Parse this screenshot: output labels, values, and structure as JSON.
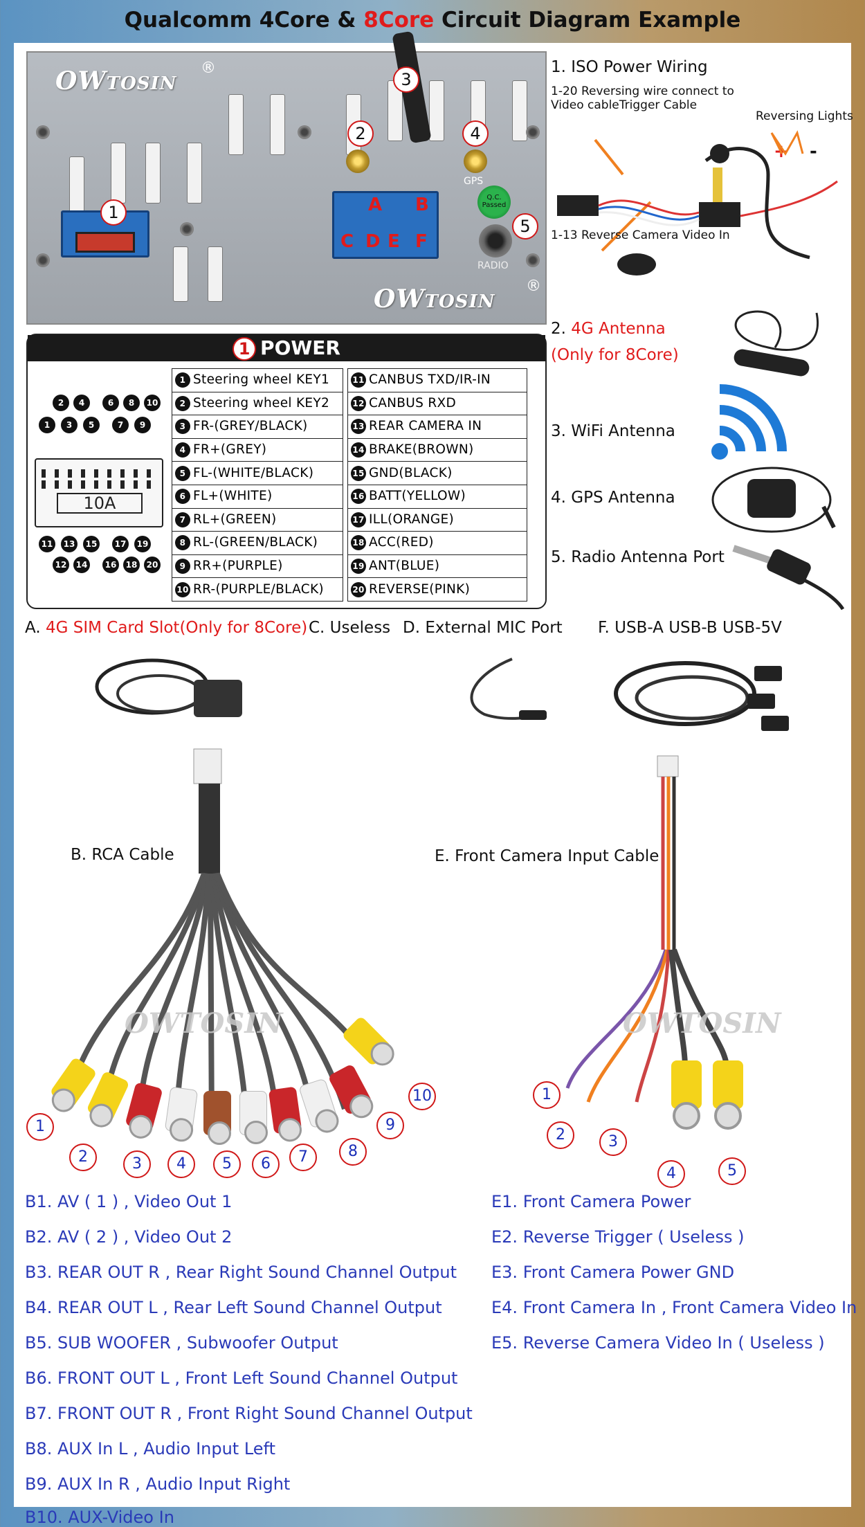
{
  "title": {
    "part1": "Qualcomm 4Core & ",
    "part2": "8Core",
    "part3": " Circuit Diagram Example"
  },
  "brand": {
    "logo_main": "OW",
    "logo_sub": "TOSIN",
    "reg": "®"
  },
  "back_panel": {
    "callouts": [
      "1",
      "2",
      "3",
      "4",
      "5"
    ],
    "block_letters": [
      "A",
      "B",
      "C",
      "D",
      "E",
      "F"
    ],
    "gps_label": "GPS",
    "radio_label": "RADIO",
    "qc_label": "Q.C. Passed"
  },
  "power": {
    "heading_num": "1",
    "heading": "POWER",
    "fuse": "10A",
    "top_pins_a": [
      "2",
      "4",
      "6",
      "8",
      "10"
    ],
    "top_pins_b": [
      "1",
      "3",
      "5",
      "7",
      "9"
    ],
    "bottom_pins_a": [
      "11",
      "13",
      "15",
      "17",
      "19"
    ],
    "bottom_pins_b": [
      "12",
      "14",
      "16",
      "18",
      "20"
    ],
    "left_pins": [
      {
        "n": "1",
        "label": "Steering wheel KEY1"
      },
      {
        "n": "2",
        "label": "Steering wheel KEY2"
      },
      {
        "n": "3",
        "label": "FR-(GREY/BLACK)"
      },
      {
        "n": "4",
        "label": "FR+(GREY)"
      },
      {
        "n": "5",
        "label": "FL-(WHITE/BLACK)"
      },
      {
        "n": "6",
        "label": "FL+(WHITE)"
      },
      {
        "n": "7",
        "label": "RL+(GREEN)"
      },
      {
        "n": "8",
        "label": "RL-(GREEN/BLACK)"
      },
      {
        "n": "9",
        "label": "RR+(PURPLE)"
      },
      {
        "n": "10",
        "label": "RR-(PURPLE/BLACK)"
      }
    ],
    "right_pins": [
      {
        "n": "11",
        "label": "CANBUS TXD/IR-IN"
      },
      {
        "n": "12",
        "label": "CANBUS RXD"
      },
      {
        "n": "13",
        "label": "REAR CAMERA IN"
      },
      {
        "n": "14",
        "label": "BRAKE(BROWN)"
      },
      {
        "n": "15",
        "label": "GND(BLACK)"
      },
      {
        "n": "16",
        "label": "BATT(YELLOW)"
      },
      {
        "n": "17",
        "label": "ILL(ORANGE)"
      },
      {
        "n": "18",
        "label": "ACC(RED)"
      },
      {
        "n": "19",
        "label": "ANT(BLUE)"
      },
      {
        "n": "20",
        "label": "REVERSE(PINK)"
      }
    ]
  },
  "right_column": {
    "iso": "1. ISO Power Wiring",
    "reversing_wire": "1-20 Reversing wire connect to",
    "video_cable": "Video cableTrigger Cable",
    "reversing_lights": "Reversing Lights",
    "plus": "+",
    "minus": "-",
    "reverse_camera": "1-13 Reverse Camera Video In",
    "antenna_4g": "2. ",
    "antenna_4g_red": "4G Antenna",
    "antenna_4g_note": "(Only for 8Core)",
    "wifi": "3. WiFi Antenna",
    "gps": "4. GPS Antenna",
    "radio": "5. Radio Antenna Port"
  },
  "ports": {
    "a_prefix": "A. ",
    "a_red": "4G SIM Card Slot(Only for 8Core)",
    "c": "C. Useless",
    "d": "D. External MIC Port",
    "f": "F. USB-A USB-B USB-5V"
  },
  "rca": {
    "title": "B. RCA Cable",
    "numbers": [
      "1",
      "2",
      "3",
      "4",
      "5",
      "6",
      "7",
      "8",
      "9",
      "10"
    ]
  },
  "front_cam": {
    "title": "E. Front Camera Input Cable",
    "numbers": [
      "1",
      "2",
      "3",
      "4",
      "5"
    ]
  },
  "b_items": [
    "B1. AV ( 1 ) , Video Out 1",
    "B2. AV ( 2 ) , Video Out 2",
    "B3. REAR OUT R , Rear Right Sound Channel Output",
    "B4. REAR OUT L , Rear Left Sound Channel Output",
    "B5. SUB WOOFER , Subwoofer Output",
    "B6. FRONT OUT L , Front Left Sound Channel Output",
    "B7. FRONT OUT R , Front Right Sound Channel Output",
    "B8. AUX In L , Audio Input Left",
    "B9. AUX In R , Audio Input Right",
    "B10. AUX-Video In"
  ],
  "e_items": [
    "E1. Front Camera Power",
    "E2. Reverse Trigger ( Useless )",
    "E3. Front Camera Power GND",
    "E4. Front Camera In , Front Camera Video In",
    "E5. Reverse Camera Video In ( Useless )"
  ],
  "colors": {
    "accent_red": "#e01b1b",
    "item_blue": "#2a3ab8",
    "connector_blue": "#2a6fbf"
  }
}
